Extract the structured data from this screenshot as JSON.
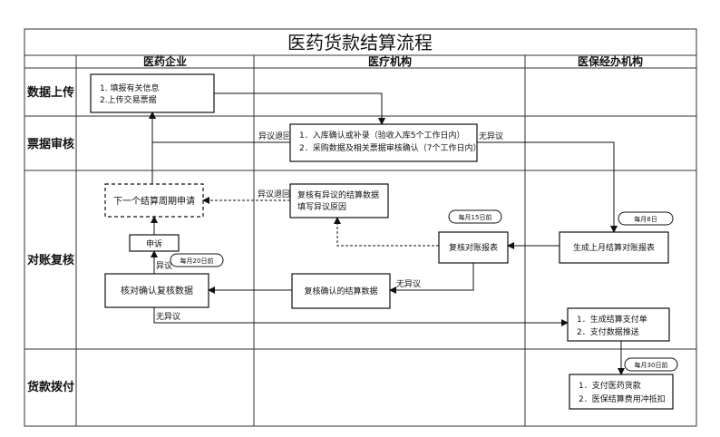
{
  "title": "医药货款结算流程",
  "columns": [
    "医药企业",
    "医疗机构",
    "医保经办机构"
  ],
  "rows": [
    "数据上传",
    "票据审核",
    "对账复核",
    "货款拨付"
  ],
  "nodes": {
    "upload": [
      "1. 填报有关信息",
      "2.上传交易票据"
    ],
    "audit": [
      "1．入库确认或补录（验收入库5个工作日内）",
      "2．采购数据及相关票据审核确认（7个工作日内）"
    ],
    "next_cycle": "下一个结算周期申请",
    "recheck_dispute": [
      "复核有异议的结算数据",
      "填写异议原因"
    ],
    "appeal": "申诉",
    "verify": "核对确认复核数据",
    "confirmed": "复核确认的结算数据",
    "recheck_report": "复核对账报表",
    "generate_report": "生成上月结算对账报表",
    "payment_order": [
      "1．生成结算支付单",
      "2．支付数据推送"
    ],
    "pay": [
      "1．支付医药货款",
      "2．医保结算费用冲抵扣"
    ]
  },
  "labels": {
    "dispute_return_1": "异议退回",
    "no_dispute_1": "无异议",
    "dispute_return_2": "异议退回",
    "dispute": "异议",
    "no_dispute_2": "无异议",
    "no_dispute_3": "无异议"
  },
  "badges": {
    "day20": "每月20日前",
    "day15": "每月15日前",
    "day8": "每月8日",
    "day30": "每月30日前"
  }
}
